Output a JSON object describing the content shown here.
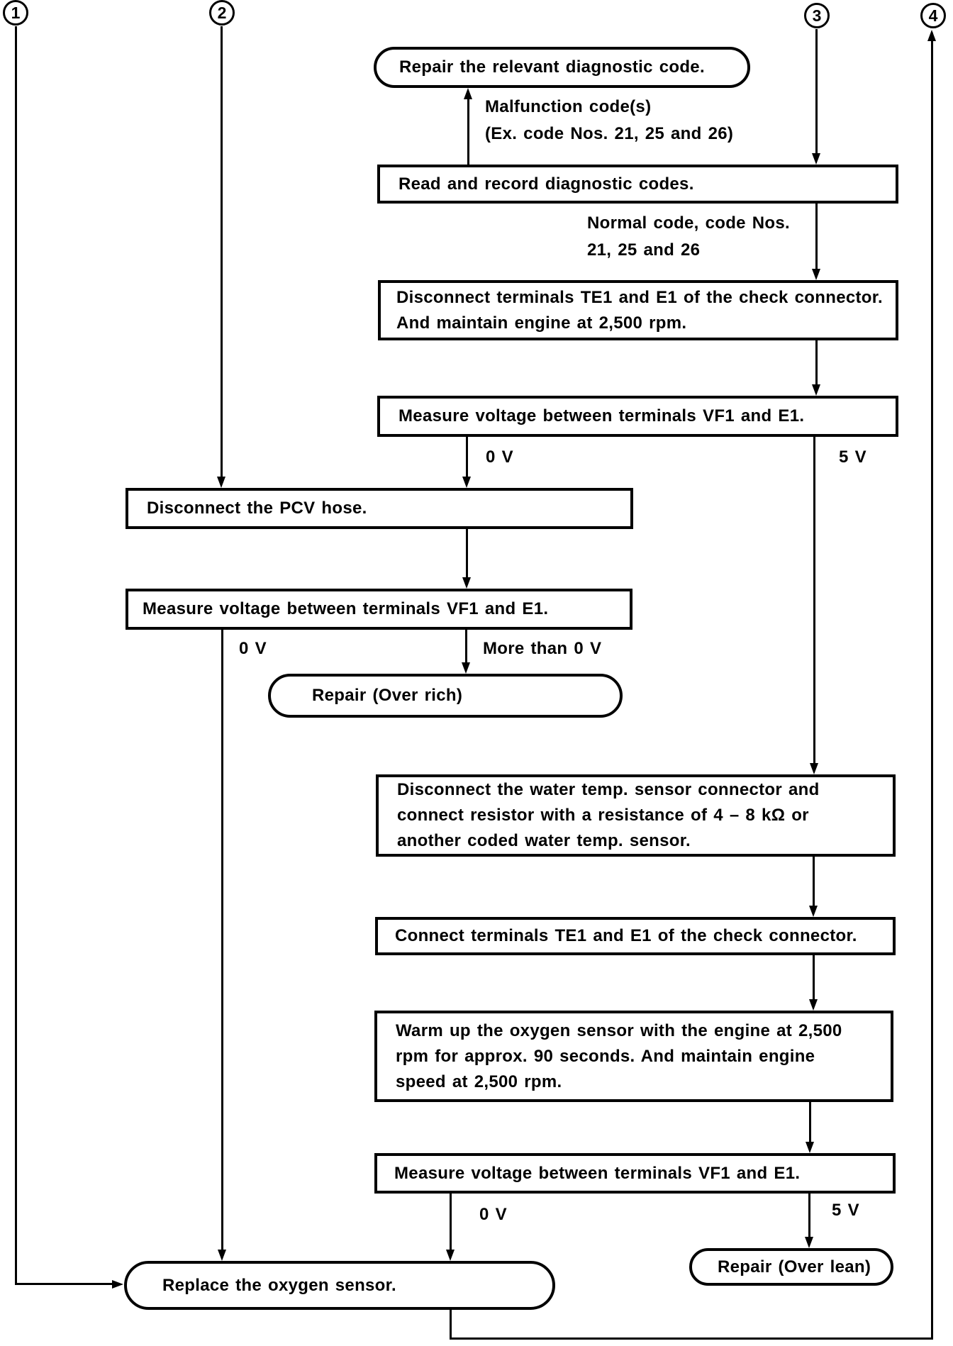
{
  "connectors": {
    "one": "1",
    "two": "2",
    "three": "3",
    "four": "4"
  },
  "nodes": {
    "repair_code": "Repair the relevant diagnostic code.",
    "read_record": "Read and record diagnostic codes.",
    "disconnect_te1": "Disconnect terminals TE1 and E1 of the check connector.\nAnd maintain engine at 2,500 rpm.",
    "measure_1": "Measure voltage between terminals VF1 and E1.",
    "disconnect_pcv": "Disconnect the PCV hose.",
    "measure_2": "Measure voltage between terminals VF1 and E1.",
    "repair_over_rich": "Repair (Over rich)",
    "water_temp": "Disconnect the water temp. sensor connector and\nconnect resistor with a resistance of 4 – 8 kΩ or\nanother coded water temp. sensor.",
    "connect_te1": "Connect terminals TE1 and E1 of the check connector.",
    "warm_up": "Warm up the oxygen sensor with the engine at 2,500\nrpm for approx. 90 seconds. And maintain engine\nspeed at 2,500 rpm.",
    "measure_3": "Measure voltage between terminals VF1 and E1.",
    "replace_oxygen": "Replace the oxygen sensor.",
    "repair_over_lean": "Repair (Over lean)"
  },
  "edge_labels": {
    "malfunction": "Malfunction code(s)\n(Ex. code Nos. 21, 25 and 26)",
    "normal": "Normal code, code Nos.\n21, 25 and 26",
    "v0_first": "0 V",
    "v5_first": "5 V",
    "v0_second": "0 V",
    "more_than_0v": "More than 0 V",
    "v0_third": "0 V",
    "v5_third": "5 V"
  }
}
